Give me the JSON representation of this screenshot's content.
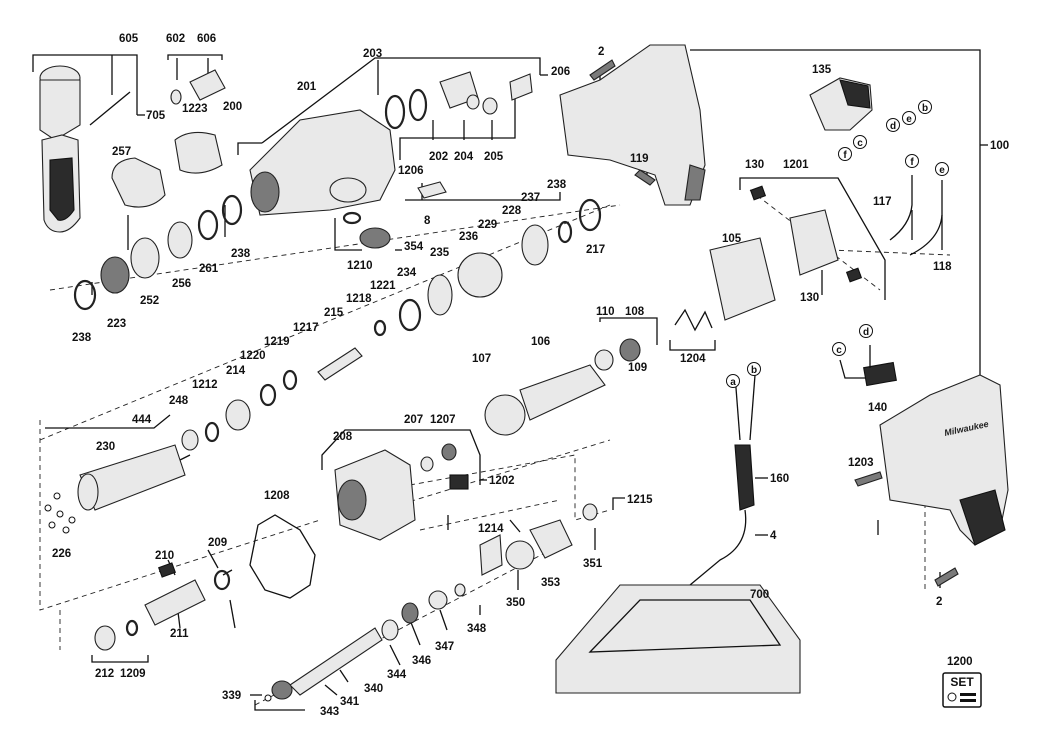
{
  "diagram": {
    "part_labels": [
      {
        "id": "p605",
        "text": "605"
      },
      {
        "id": "p602",
        "text": "602"
      },
      {
        "id": "p606",
        "text": "606"
      },
      {
        "id": "p705",
        "text": "705"
      },
      {
        "id": "p1223",
        "text": "1223"
      },
      {
        "id": "p257",
        "text": "257"
      },
      {
        "id": "p200",
        "text": "200"
      },
      {
        "id": "p201",
        "text": "201"
      },
      {
        "id": "p203",
        "text": "203"
      },
      {
        "id": "p206",
        "text": "206"
      },
      {
        "id": "p202",
        "text": "202"
      },
      {
        "id": "p204",
        "text": "204"
      },
      {
        "id": "p205",
        "text": "205"
      },
      {
        "id": "p1206",
        "text": "1206"
      },
      {
        "id": "p8",
        "text": "8"
      },
      {
        "id": "p354",
        "text": "354"
      },
      {
        "id": "p1210",
        "text": "1210"
      },
      {
        "id": "p2a",
        "text": "2"
      },
      {
        "id": "p119",
        "text": "119"
      },
      {
        "id": "p135",
        "text": "135"
      },
      {
        "id": "p100",
        "text": "100"
      },
      {
        "id": "p130a",
        "text": "130"
      },
      {
        "id": "p1201",
        "text": "1201"
      },
      {
        "id": "p117",
        "text": "117"
      },
      {
        "id": "p118",
        "text": "118"
      },
      {
        "id": "p130b",
        "text": "130"
      },
      {
        "id": "p105",
        "text": "105"
      },
      {
        "id": "p238a",
        "text": "238"
      },
      {
        "id": "p237",
        "text": "237"
      },
      {
        "id": "p228",
        "text": "228"
      },
      {
        "id": "p229",
        "text": "229"
      },
      {
        "id": "p236",
        "text": "236"
      },
      {
        "id": "p235",
        "text": "235"
      },
      {
        "id": "p217",
        "text": "217"
      },
      {
        "id": "p238b",
        "text": "238"
      },
      {
        "id": "p261",
        "text": "261"
      },
      {
        "id": "p256",
        "text": "256"
      },
      {
        "id": "p252",
        "text": "252"
      },
      {
        "id": "p223",
        "text": "223"
      },
      {
        "id": "p238c",
        "text": "238"
      },
      {
        "id": "p234",
        "text": "234"
      },
      {
        "id": "p1221",
        "text": "1221"
      },
      {
        "id": "p1218",
        "text": "1218"
      },
      {
        "id": "p215",
        "text": "215"
      },
      {
        "id": "p1217",
        "text": "1217"
      },
      {
        "id": "p1219",
        "text": "1219"
      },
      {
        "id": "p1220",
        "text": "1220"
      },
      {
        "id": "p214",
        "text": "214"
      },
      {
        "id": "p1212",
        "text": "1212"
      },
      {
        "id": "p248",
        "text": "248"
      },
      {
        "id": "p444",
        "text": "444"
      },
      {
        "id": "p230",
        "text": "230"
      },
      {
        "id": "p226",
        "text": "226"
      },
      {
        "id": "p110",
        "text": "110"
      },
      {
        "id": "p108",
        "text": "108"
      },
      {
        "id": "p106",
        "text": "106"
      },
      {
        "id": "p107",
        "text": "107"
      },
      {
        "id": "p109",
        "text": "109"
      },
      {
        "id": "p1204",
        "text": "1204"
      },
      {
        "id": "p208",
        "text": "208"
      },
      {
        "id": "p207",
        "text": "207"
      },
      {
        "id": "p1207",
        "text": "1207"
      },
      {
        "id": "p1202",
        "text": "1202"
      },
      {
        "id": "p1208",
        "text": "1208"
      },
      {
        "id": "p209",
        "text": "209"
      },
      {
        "id": "p210",
        "text": "210"
      },
      {
        "id": "p211",
        "text": "211"
      },
      {
        "id": "p1214",
        "text": "1214"
      },
      {
        "id": "p1215",
        "text": "1215"
      },
      {
        "id": "p351",
        "text": "351"
      },
      {
        "id": "p353",
        "text": "353"
      },
      {
        "id": "p350",
        "text": "350"
      },
      {
        "id": "p348",
        "text": "348"
      },
      {
        "id": "p347",
        "text": "347"
      },
      {
        "id": "p346",
        "text": "346"
      },
      {
        "id": "p344",
        "text": "344"
      },
      {
        "id": "p340",
        "text": "340"
      },
      {
        "id": "p341",
        "text": "341"
      },
      {
        "id": "p339",
        "text": "339"
      },
      {
        "id": "p343",
        "text": "343"
      },
      {
        "id": "p212",
        "text": "212"
      },
      {
        "id": "p1209",
        "text": "1209"
      },
      {
        "id": "p160",
        "text": "160"
      },
      {
        "id": "p4",
        "text": "4"
      },
      {
        "id": "p140",
        "text": "140"
      },
      {
        "id": "p1203",
        "text": "1203"
      },
      {
        "id": "p2b",
        "text": "2"
      },
      {
        "id": "p700",
        "text": "700"
      },
      {
        "id": "p1200",
        "text": "1200"
      }
    ],
    "wire_markers": [
      {
        "id": "m_b1",
        "text": "b"
      },
      {
        "id": "m_e1",
        "text": "e"
      },
      {
        "id": "m_d1",
        "text": "d"
      },
      {
        "id": "m_c1",
        "text": "c"
      },
      {
        "id": "m_f1",
        "text": "f"
      },
      {
        "id": "m_f2",
        "text": "f"
      },
      {
        "id": "m_e2",
        "text": "e"
      },
      {
        "id": "m_d2",
        "text": "d"
      },
      {
        "id": "m_c2",
        "text": "c"
      },
      {
        "id": "m_a3",
        "text": "a"
      },
      {
        "id": "m_b3",
        "text": "b"
      }
    ],
    "set_badge": "SET",
    "brand_mark": "Milwaukee"
  }
}
